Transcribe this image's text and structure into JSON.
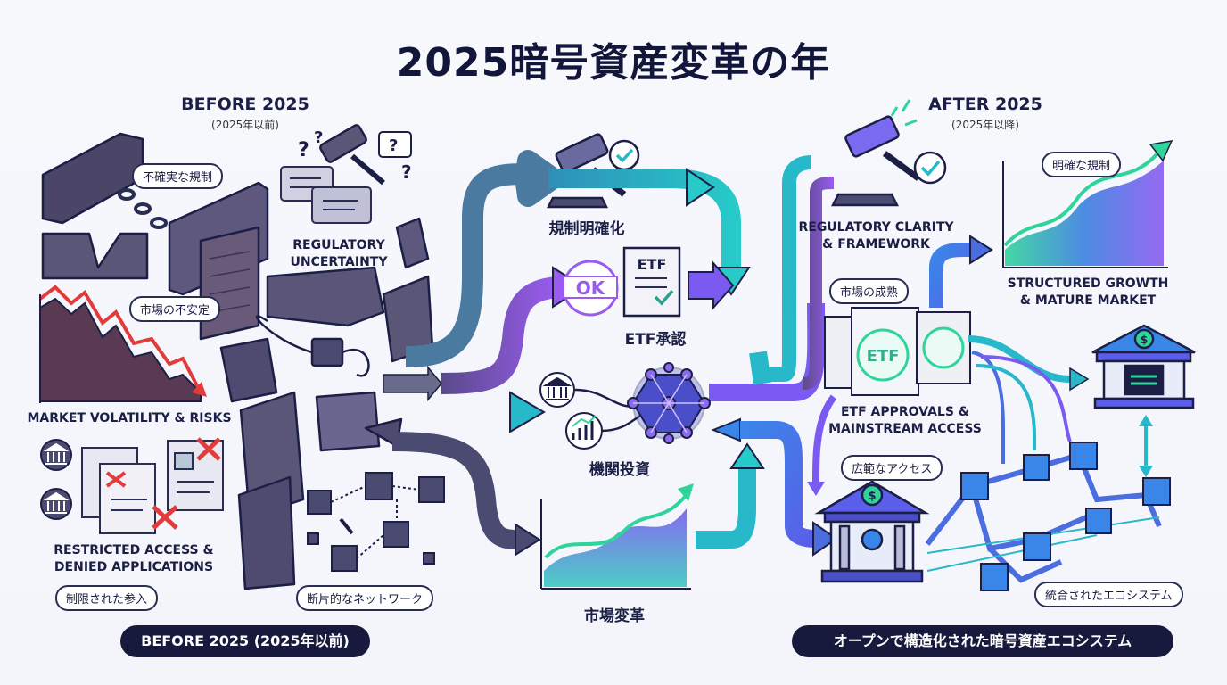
{
  "title": "2025暗号資産変革の年",
  "before": {
    "header": "BEFORE 2025",
    "sub": "(2025年以前)",
    "bubble_uncertain": "不確実な規制",
    "regulatory_uncertainty": "REGULATORY\nUNCERTAINTY",
    "bubble_market": "市場の不安定",
    "market_volatility": "MARKET VOLATILITY & RISKS",
    "restricted": "RESTRICTED ACCESS &\nDENIED APPLICATIONS",
    "bubble_restricted": "制限された参入",
    "bubble_fragmented": "断片的なネットワーク",
    "footer": "BEFORE 2025 (2025年以前)"
  },
  "middle": {
    "regulation": "規制明確化",
    "etf_doc": "ETF",
    "ok_stamp": "OK",
    "etf_approval": "ETF承認",
    "institutional": "機関投資",
    "market_change": "市場変革"
  },
  "after": {
    "header": "AFTER 2025",
    "sub": "(2025年以降)",
    "regulatory_clarity": "REGULATORY CLARITY\n& FRAMEWORK",
    "bubble_clear": "明確な規制",
    "structured_growth": "STRUCTURED GROWTH\n& MATURE MARKET",
    "bubble_mature": "市場の成熟",
    "etf_stamp": "ETF",
    "etf_approvals": "ETF APPROVALS &\nMAINSTREAM ACCESS",
    "bubble_access": "広範なアクセス",
    "bubble_integrated": "統合されたエコシステム",
    "footer": "オープンで構造化された暗号資産エコシステム"
  },
  "colors": {
    "dark": "#171a3d",
    "slate": "#4b4a70",
    "purple": "#8a4fe0",
    "teal": "#27b8c9",
    "blue": "#4a6de0",
    "green": "#2fd49a",
    "red": "#e23b3b"
  }
}
